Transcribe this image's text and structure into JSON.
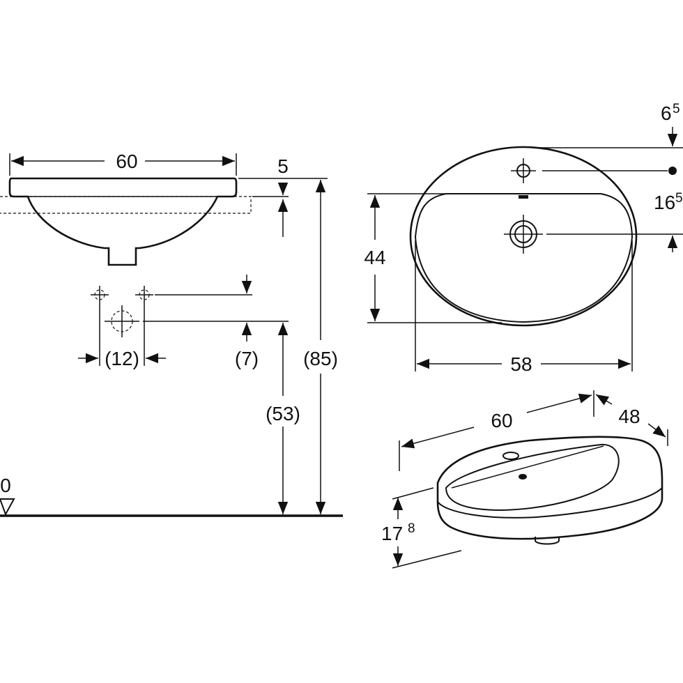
{
  "side_view": {
    "width": "60",
    "rim": "5",
    "tap_spacing": "(12)",
    "tap_offset": "(7)",
    "waste_height": "(53)",
    "total_height": "(85)",
    "floor_level": "0"
  },
  "top_view": {
    "tap_hole_offset": "6",
    "tap_hole_offset_sup": "5",
    "drain_offset": "16",
    "drain_offset_sup": "5",
    "depth": "44",
    "width": "58"
  },
  "iso_view": {
    "length": "60",
    "depth": "48",
    "height": "17",
    "height_sup": "8"
  }
}
